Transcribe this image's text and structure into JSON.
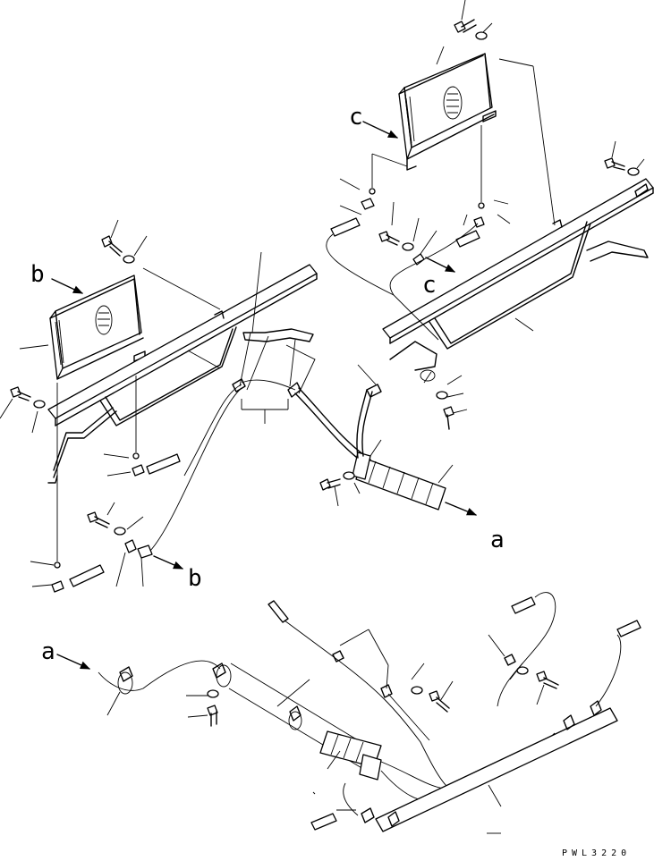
{
  "labels": {
    "a_arrow_right": "a",
    "a_arrow_left": "a",
    "b_arrow_left": "b",
    "b_arrow_bottom": "b",
    "c_arrow_top": "c",
    "c_arrow_mid": "c"
  },
  "drawing_code": "PWL3220",
  "icons": {
    "view_arrow": "arrow-icon",
    "bolt": "bolt-icon",
    "washer": "washer-icon",
    "clamp": "clamp-icon"
  }
}
